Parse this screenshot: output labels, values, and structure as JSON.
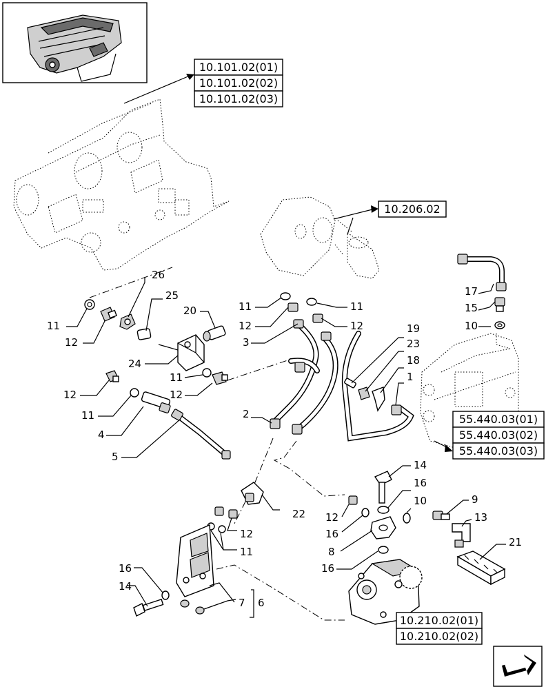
{
  "references": {
    "ref_10_101_02_01": "10.101.02(01)",
    "ref_10_101_02_02": "10.101.02(02)",
    "ref_10_101_02_03": "10.101.02(03)",
    "ref_10_206_02": "10.206.02",
    "ref_55_440_03_01": "55.440.03(01)",
    "ref_55_440_03_02": "55.440.03(02)",
    "ref_55_440_03_03": "55.440.03(03)",
    "ref_10_210_02_01": "10.210.02(01)",
    "ref_10_210_02_02": "10.210.02(02)"
  },
  "callouts": {
    "c26": "26",
    "c25": "25",
    "c20": "20",
    "c24": "24",
    "c11a": "11",
    "c12a": "12",
    "c11b": "11",
    "c12b": "12",
    "c12c": "12",
    "c11c": "11",
    "c4": "4",
    "c5": "5",
    "c11d": "11",
    "c12d": "12",
    "c3": "3",
    "c11e": "11",
    "c12e": "12",
    "c19": "19",
    "c23": "23",
    "c18": "18",
    "c1": "1",
    "c2": "2",
    "c17": "17",
    "c15": "15",
    "c10a": "10",
    "c14a": "14",
    "c16a": "16",
    "c10b": "10",
    "c9": "9",
    "c13": "13",
    "c22": "22",
    "c12f": "12",
    "c16b": "16",
    "c12g": "12",
    "c11f": "11",
    "c8": "8",
    "c21": "21",
    "c16c": "16",
    "c16d": "16",
    "c14b": "14",
    "c7": "7",
    "c6": "6"
  },
  "icons": {
    "engine_thumbnail": "engine-thumbnail-icon",
    "navigation": "next-page-arrow-icon"
  }
}
